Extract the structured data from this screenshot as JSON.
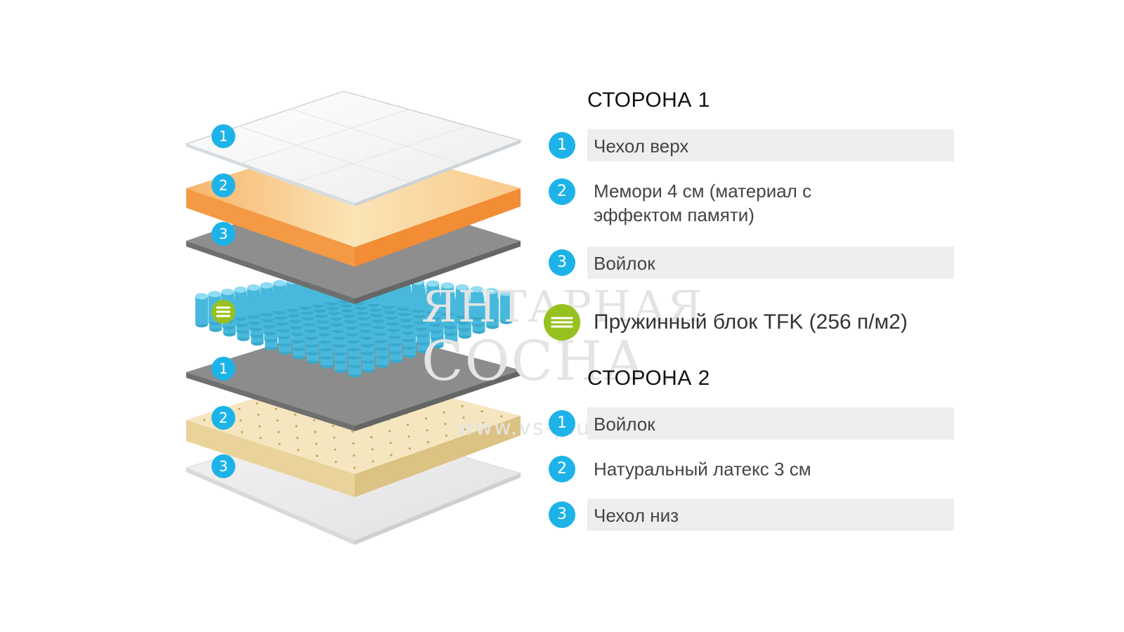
{
  "colors": {
    "accent": "#1eb3e8",
    "green": "#97c11f",
    "row_bg": "#eeeeee",
    "foam_orange": "#f7a553",
    "felt_gray": "#8e8e8e",
    "latex_cream": "#f3e2b6",
    "spring_blue": "#5fc9e8"
  },
  "side1": {
    "title": "СТОРОНА 1",
    "items": [
      {
        "num": "1",
        "label": "Чехол верх"
      },
      {
        "num": "2",
        "label": "Мемори 4 см (материал с эффектом памяти)"
      },
      {
        "num": "3",
        "label": "Войлок"
      }
    ]
  },
  "spring": {
    "label": "Пружинный блок TFK (256 п/м2)",
    "icon": "menu-lines-icon"
  },
  "side2": {
    "title": "СТОРОНА 2",
    "items": [
      {
        "num": "1",
        "label": "Войлок"
      },
      {
        "num": "2",
        "label": "Натуральный латекс 3 см"
      },
      {
        "num": "3",
        "label": "Чехол низ"
      }
    ]
  },
  "watermark": {
    "line1": "ЯНТАРНАЯ",
    "line2": "СОСНА",
    "url": "www.vs-plus.ru"
  }
}
